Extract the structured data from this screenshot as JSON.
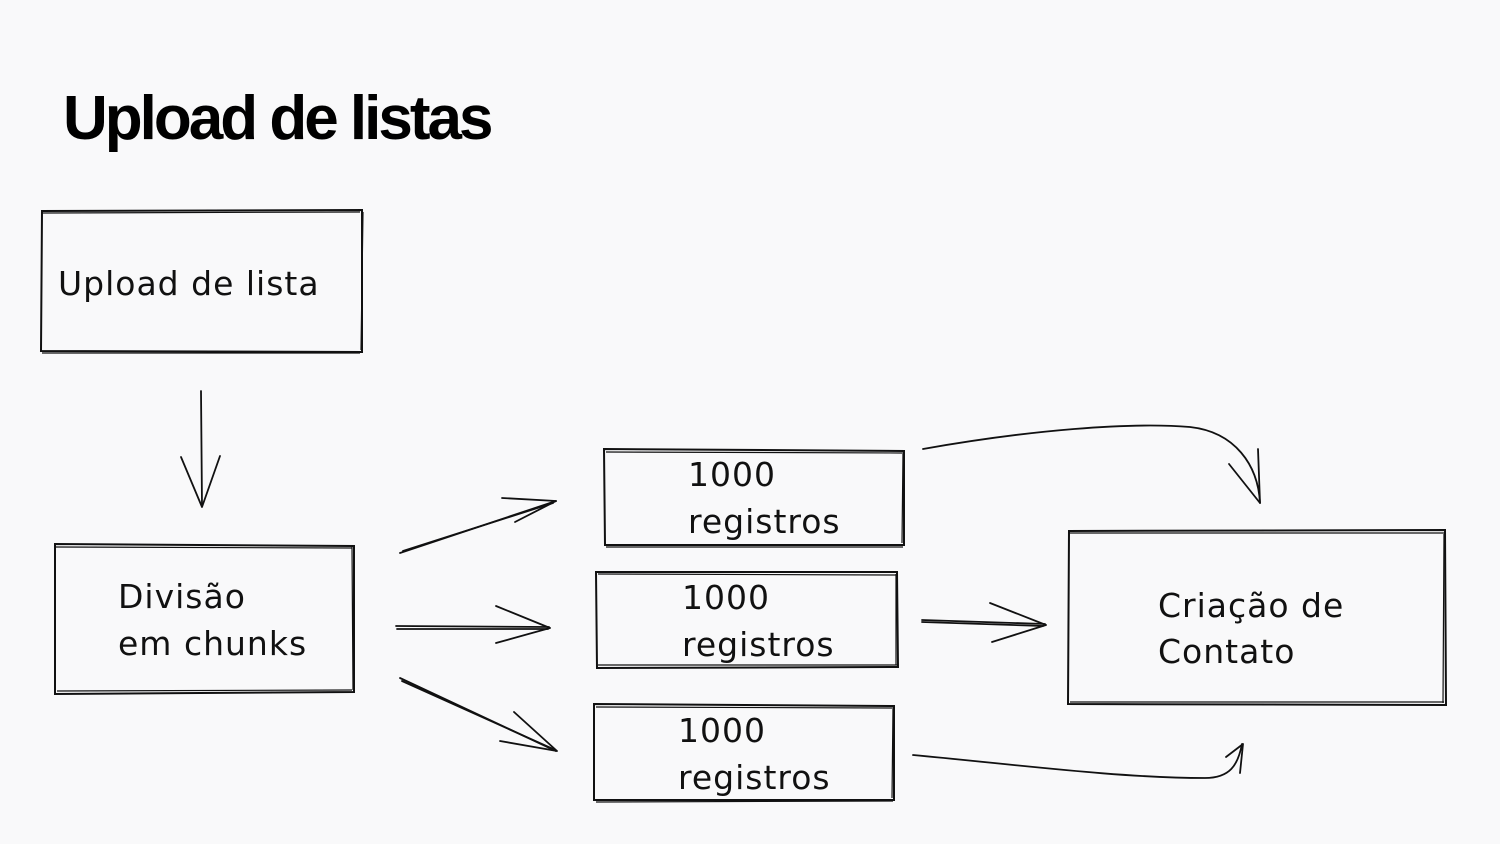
{
  "title": "Upload de listas",
  "nodes": {
    "upload": {
      "label": "Upload de lista"
    },
    "divisao": {
      "line1": "Divisão",
      "line2": "em chunks"
    },
    "chunk1": {
      "line1": "1000",
      "line2": "registros"
    },
    "chunk2": {
      "line1": "1000",
      "line2": "registros"
    },
    "chunk3": {
      "line1": "1000",
      "line2": "registros"
    },
    "contato": {
      "line1": "Criação de",
      "line2": "Contato"
    }
  },
  "style": {
    "background": "#f9f9fa",
    "stroke": "#111111"
  }
}
